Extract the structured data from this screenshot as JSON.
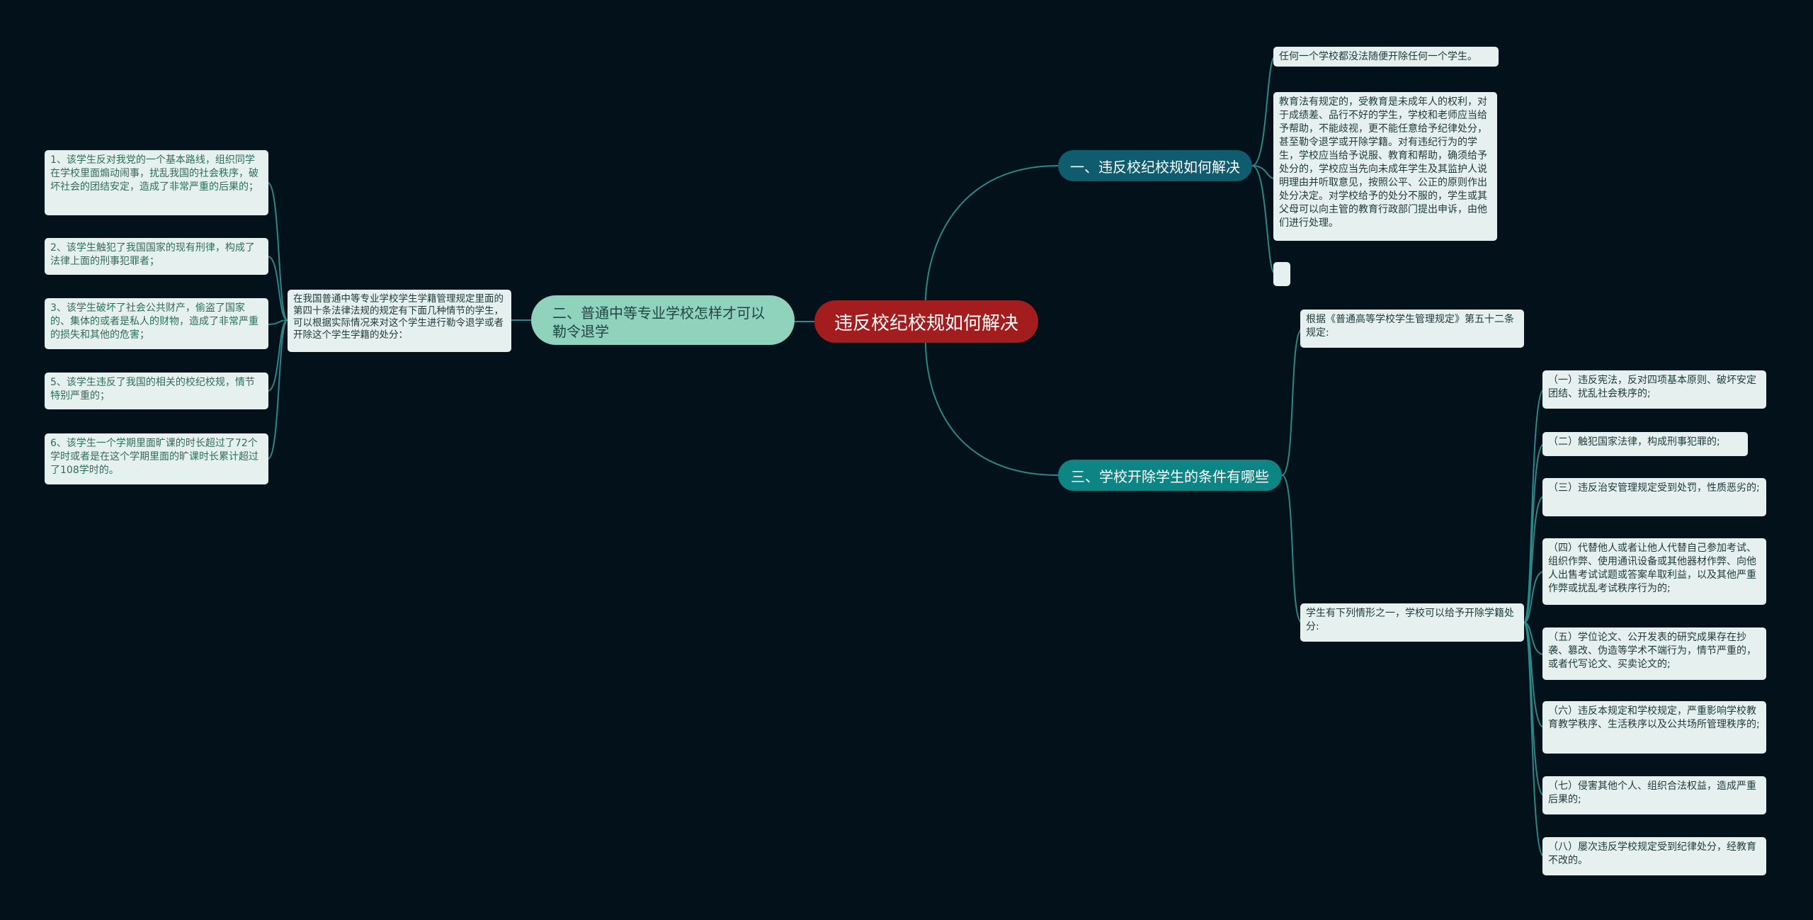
{
  "root": {
    "title": "违反校纪校规如何解决"
  },
  "branch1": {
    "title": "一、违反校纪校规如何解决",
    "leaves": [
      "任何一个学校都没法随便开除任何一个学生。",
      "教育法有规定的，受教育是未成年人的权利，对于成绩差、品行不好的学生，学校和老师应当给予帮助，不能歧视，更不能任意给予纪律处分，甚至勒令退学或开除学籍。对有违纪行为的学生，学校应当给予说服、教育和帮助，确须给予处分的，学校应当先向未成年学生及其监护人说明理由并听取意见，按照公平、公正的原则作出处分决定。对学校给予的处分不服的，学生或其父母可以向主管的教育行政部门提出申诉，由他们进行处理。",
      ""
    ]
  },
  "branch2": {
    "title": "二、普通中等专业学校怎样才可以勒令退学",
    "mid": "在我国普通中等专业学校学生学籍管理规定里面的第四十条法律法规的规定有下面几种情节的学生，可以根据实际情况来对这个学生进行勒令退学或者开除这个学生学籍的处分：",
    "leaves": [
      "1、该学生反对我党的一个基本路线，组织同学在学校里面煽动闹事，扰乱我国的社会秩序，破坏社会的团结安定，造成了非常严重的后果的；",
      "2、该学生触犯了我国国家的现有刑律，构成了法律上面的刑事犯罪者；",
      "3、该学生破坏了社会公共财产，偷盗了国家的、集体的或者是私人的财物，造成了非常严重的损失和其他的危害；",
      "5、该学生违反了我国的相关的校纪校规，情节特别严重的；",
      "6、该学生一个学期里面旷课的时长超过了72个学时或者是在这个学期里面的旷课时长累计超过了108学时的。"
    ]
  },
  "branch3": {
    "title": "三、学校开除学生的条件有哪些",
    "mid1": "根据《普通高等学校学生管理规定》第五十二条规定:",
    "mid2": "学生有下列情形之一，学校可以给予开除学籍处分:",
    "leaves": [
      "（一）违反宪法，反对四项基本原则、破坏安定团结、扰乱社会秩序的;",
      "（二）触犯国家法律，构成刑事犯罪的;",
      "（三）违反治安管理规定受到处罚，性质恶劣的;",
      "（四）代替他人或者让他人代替自己参加考试、组织作弊、使用通讯设备或其他器材作弊、向他人出售考试试题或答案牟取利益，以及其他严重作弊或扰乱考试秩序行为的;",
      "（五）学位论文、公开发表的研究成果存在抄袭、篡改、伪造等学术不端行为，情节严重的，或者代写论文、买卖论文的;",
      "（六）违反本规定和学校规定，严重影响学校教育教学秩序、生活秩序以及公共场所管理秩序的;",
      "（七）侵害其他个人、组织合法权益，造成严重后果的;",
      "（八）屡次违反学校规定受到纪律处分，经教育不改的。"
    ]
  },
  "colors": {
    "background": "#03111a",
    "root": "#a31d1e",
    "branch1": "#0e5c6e",
    "branch2": "#8fd3bc",
    "branch3": "#0e8585",
    "leaf": "#e6f0ee",
    "line": "#2f8a8a"
  }
}
